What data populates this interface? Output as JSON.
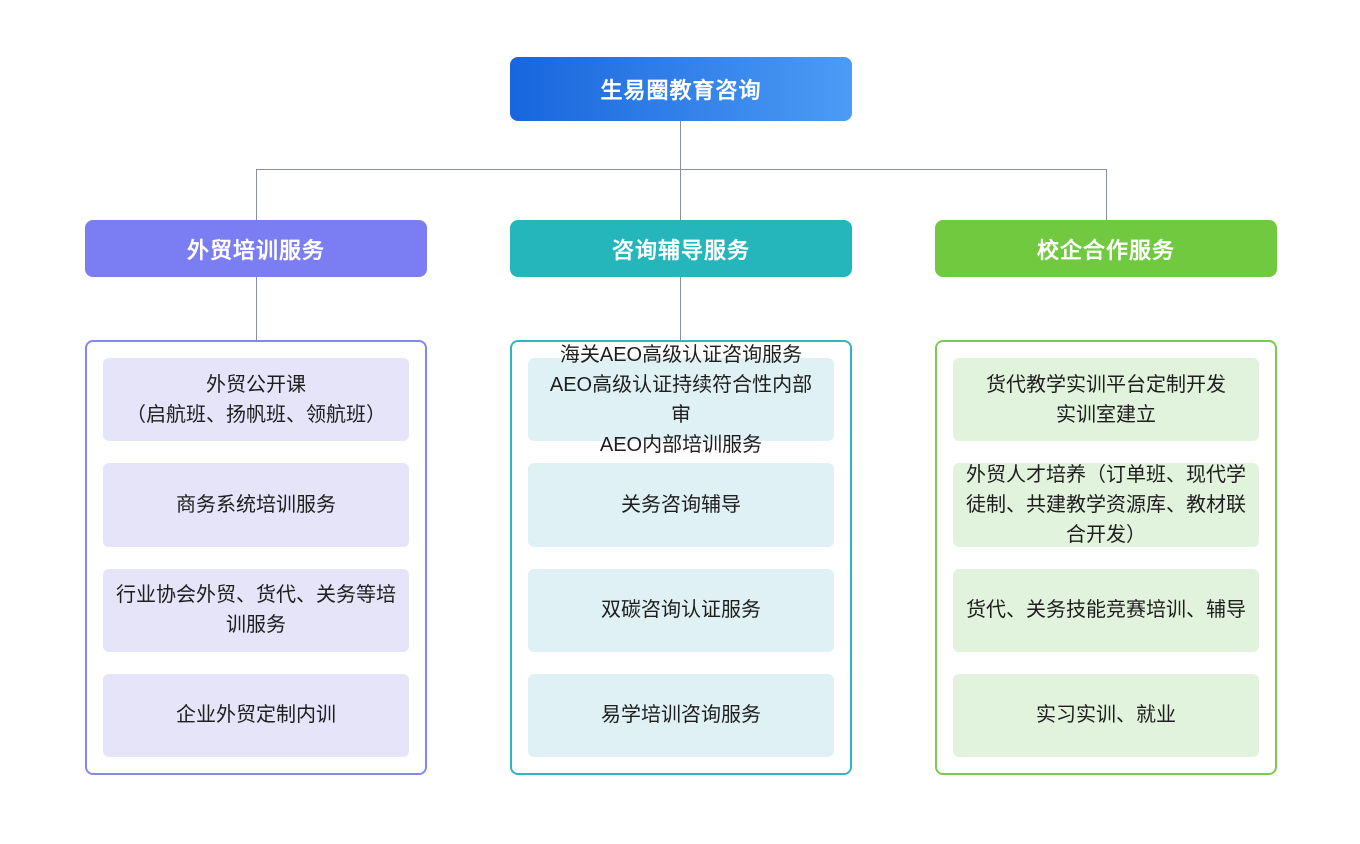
{
  "page": {
    "background": "#ffffff",
    "connector_color": "#8A90A0"
  },
  "root_node": {
    "label": "生易圈教育咨询",
    "gradient_start": "#1866DD",
    "gradient_end": "#4C9BF5",
    "text_color": "#ffffff"
  },
  "branches": [
    {
      "title": "外贸培训服务",
      "header_color": "#7B7EF2",
      "border_color": "#8387F0",
      "item_bg": "#E6E4F8",
      "items": [
        "外贸公开课\n（启航班、扬帆班、领航班）",
        "商务系统培训服务",
        "行业协会外贸、货代、关务等培训服务",
        "企业外贸定制内训"
      ]
    },
    {
      "title": "咨询辅导服务",
      "header_color": "#25B6BC",
      "border_color": "#2CB8BE",
      "item_bg": "#DFF1F4",
      "items": [
        "海关AEO高级认证咨询服务\nAEO高级认证持续符合性内部审\nAEO内部培训服务",
        "关务咨询辅导",
        "双碳咨询认证服务",
        "易学培训咨询服务"
      ]
    },
    {
      "title": "校企合作服务",
      "header_color": "#71C940",
      "border_color": "#7CCB51",
      "item_bg": "#E1F3DC",
      "items": [
        "货代教学实训平台定制开发\n实训室建立",
        "外贸人才培养（订单班、现代学徒制、共建教学资源库、教材联合开发）",
        "货代、关务技能竞赛培训、辅导",
        "实习实训、就业"
      ]
    }
  ]
}
